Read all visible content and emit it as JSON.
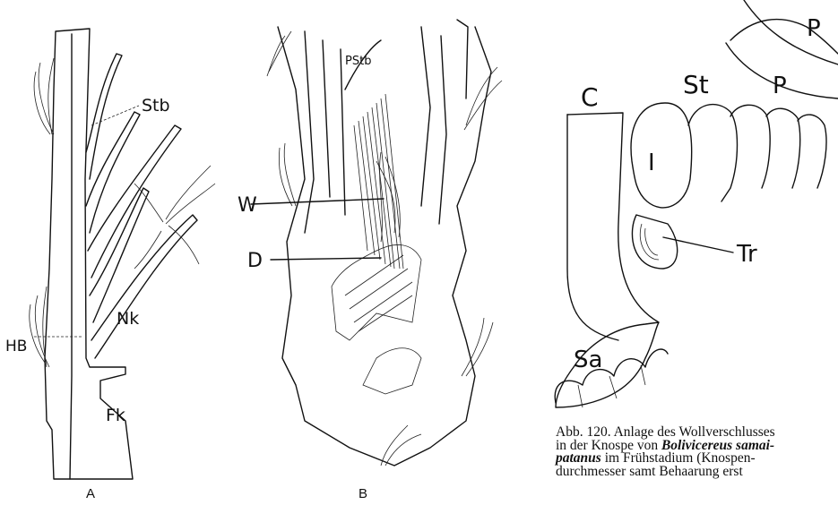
{
  "panelA": {
    "label": "A",
    "labels": {
      "stb": "Stb",
      "nk": "Nk",
      "hb": "HB",
      "fk": "Fk"
    }
  },
  "panelB": {
    "label": "B",
    "labels": {
      "pstb": "PStb",
      "w": "W",
      "d": "D"
    }
  },
  "panelC": {
    "labels": {
      "c": "C",
      "st": "St",
      "p1": "P",
      "p2": "P",
      "i": "I",
      "tr": "Tr",
      "sa": "Sa"
    }
  },
  "caption": {
    "line1": "Abb. 120. Anlage des Wollverschlusses",
    "line2a": "in der Knospe von ",
    "species_a": "Bolivicereus samai-",
    "species_b": "patanus",
    "line3": " im Frühstadium (Knospen-",
    "line4": "durchmesser samt Behaarung erst"
  }
}
